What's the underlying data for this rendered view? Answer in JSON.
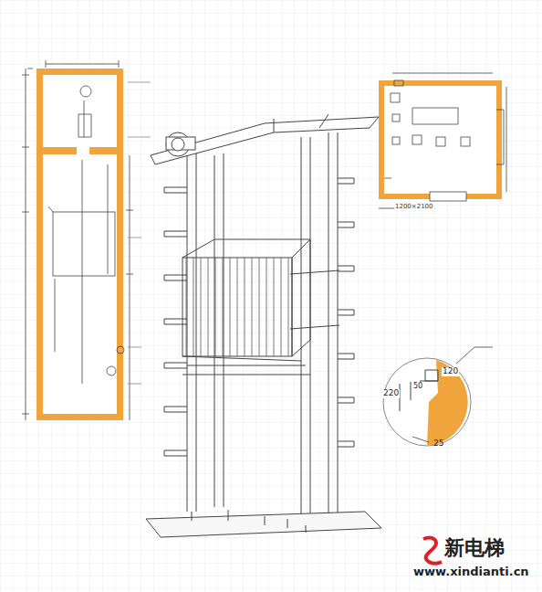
{
  "diagram": {
    "labels": [
      "1200×2100",
      "120",
      "220",
      "50",
      "25",
      "新电梯",
      "www.xindianti.cn"
    ]
  }
}
